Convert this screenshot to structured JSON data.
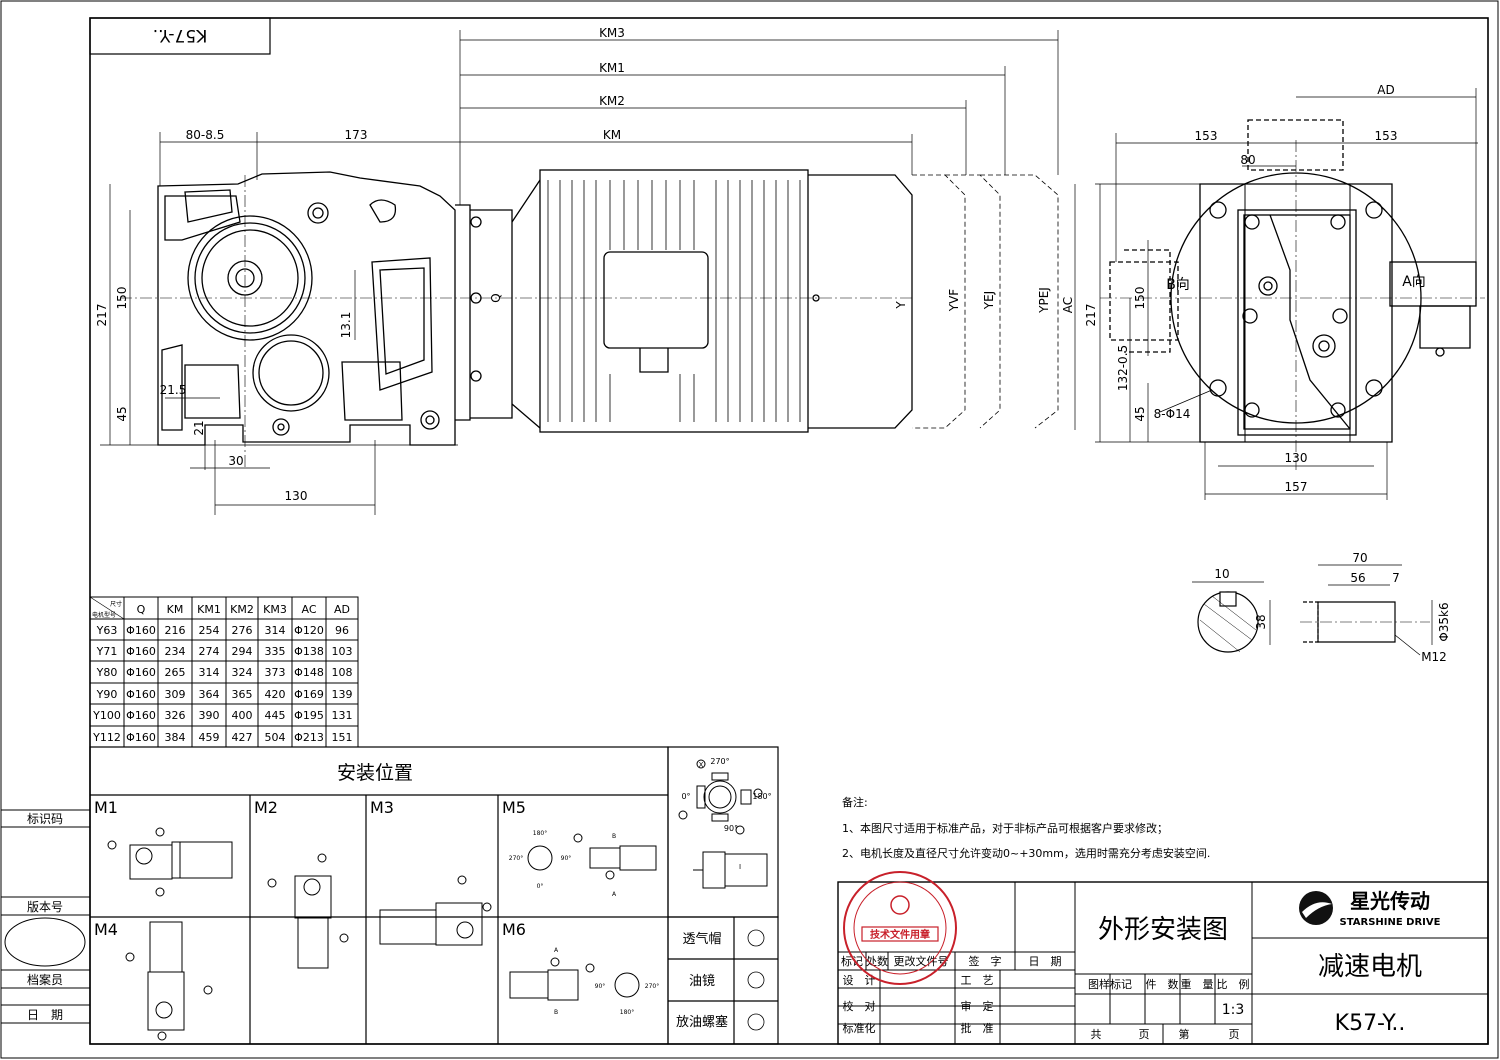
{
  "drawing_code": "K57-Y..",
  "dims_front": {
    "d80": "80-8.5",
    "d173": "173",
    "d217": "217",
    "d150": "150",
    "d45": "45",
    "d21_5": "21.5",
    "d21": "21",
    "d30": "30",
    "d130": "130",
    "Q": "Q",
    "d13_1": "13.1"
  },
  "dims_motor": {
    "KM3": "KM3",
    "KM1": "KM1",
    "KM2": "KM2",
    "KM": "KM",
    "Y": "Y",
    "YVF": "YVF",
    "YEJ": "YEJ",
    "YPEJ": "YPEJ",
    "AC": "AC"
  },
  "dims_side": {
    "AD": "AD",
    "d153a": "153",
    "d153b": "153",
    "d80": "80",
    "d217": "217",
    "d150": "150",
    "d132": "132-0.5",
    "d45": "45",
    "holes": "8-Φ14",
    "d130": "130",
    "d157": "157",
    "b_dir": "B向",
    "a_dir": "A向"
  },
  "dims_shaft": {
    "d10": "10",
    "d38": "38",
    "d70": "70",
    "d56": "56",
    "d7": "7",
    "dia": "Φ35k6",
    "m12": "M12"
  },
  "table": {
    "corner_top": "尺寸",
    "corner_bottom": "电机型号",
    "headers": [
      "Q",
      "KM",
      "KM1",
      "KM2",
      "KM3",
      "AC",
      "AD"
    ],
    "rows": [
      [
        "Y63",
        "Φ160",
        "216",
        "254",
        "276",
        "314",
        "Φ120",
        "96"
      ],
      [
        "Y71",
        "Φ160",
        "234",
        "274",
        "294",
        "335",
        "Φ138",
        "103"
      ],
      [
        "Y80",
        "Φ160",
        "265",
        "314",
        "324",
        "373",
        "Φ148",
        "108"
      ],
      [
        "Y90",
        "Φ160",
        "309",
        "364",
        "365",
        "420",
        "Φ169",
        "139"
      ],
      [
        "Y100",
        "Φ160",
        "326",
        "390",
        "400",
        "445",
        "Φ195",
        "131"
      ],
      [
        "Y112",
        "Φ160",
        "384",
        "459",
        "427",
        "504",
        "Φ213",
        "151"
      ]
    ]
  },
  "mounting": {
    "title": "安装位置",
    "labels": [
      "M1",
      "M2",
      "M3",
      "M4",
      "M5",
      "M6"
    ],
    "angle_270": "270°",
    "angle_0": "0°",
    "angle_90": "90°",
    "angle_180": "180°",
    "roman_x": "X",
    "roman_i": "I",
    "label_a": "A",
    "label_b": "B",
    "legend": [
      "透气帽",
      "油镜",
      "放油螺塞"
    ]
  },
  "left_bar": [
    "标识码",
    "版本号",
    "档案员",
    "日　期"
  ],
  "notes": {
    "heading": "备注:",
    "line1": "1、本图尺寸适用于标准产品，对于非标产品可根据客户要求修改；",
    "line2": "2、电机长度及直径尺寸允许变动0~+30mm，选用时需充分考虑安装空间."
  },
  "title_block": {
    "drawing_title": "外形安装图",
    "brand_cn": "星光传动",
    "brand_en": "STARSHINE DRIVE",
    "product": "减速电机",
    "code": "K57-Y..",
    "scale": "1:3",
    "sign_headers": [
      "标记",
      "处数",
      "更改文件号",
      "签　字",
      "日　期"
    ],
    "row_labels": [
      "设　计",
      "校　对",
      "标准化"
    ],
    "row_labels2": [
      "工　艺",
      "审　定",
      "批　准"
    ],
    "attr_headers": [
      "图样标记",
      "件　数",
      "重　量",
      "比　例"
    ],
    "total": "共",
    "sheet_word": "页",
    "page_no": "第",
    "stamp_text": "技术文件用章"
  }
}
